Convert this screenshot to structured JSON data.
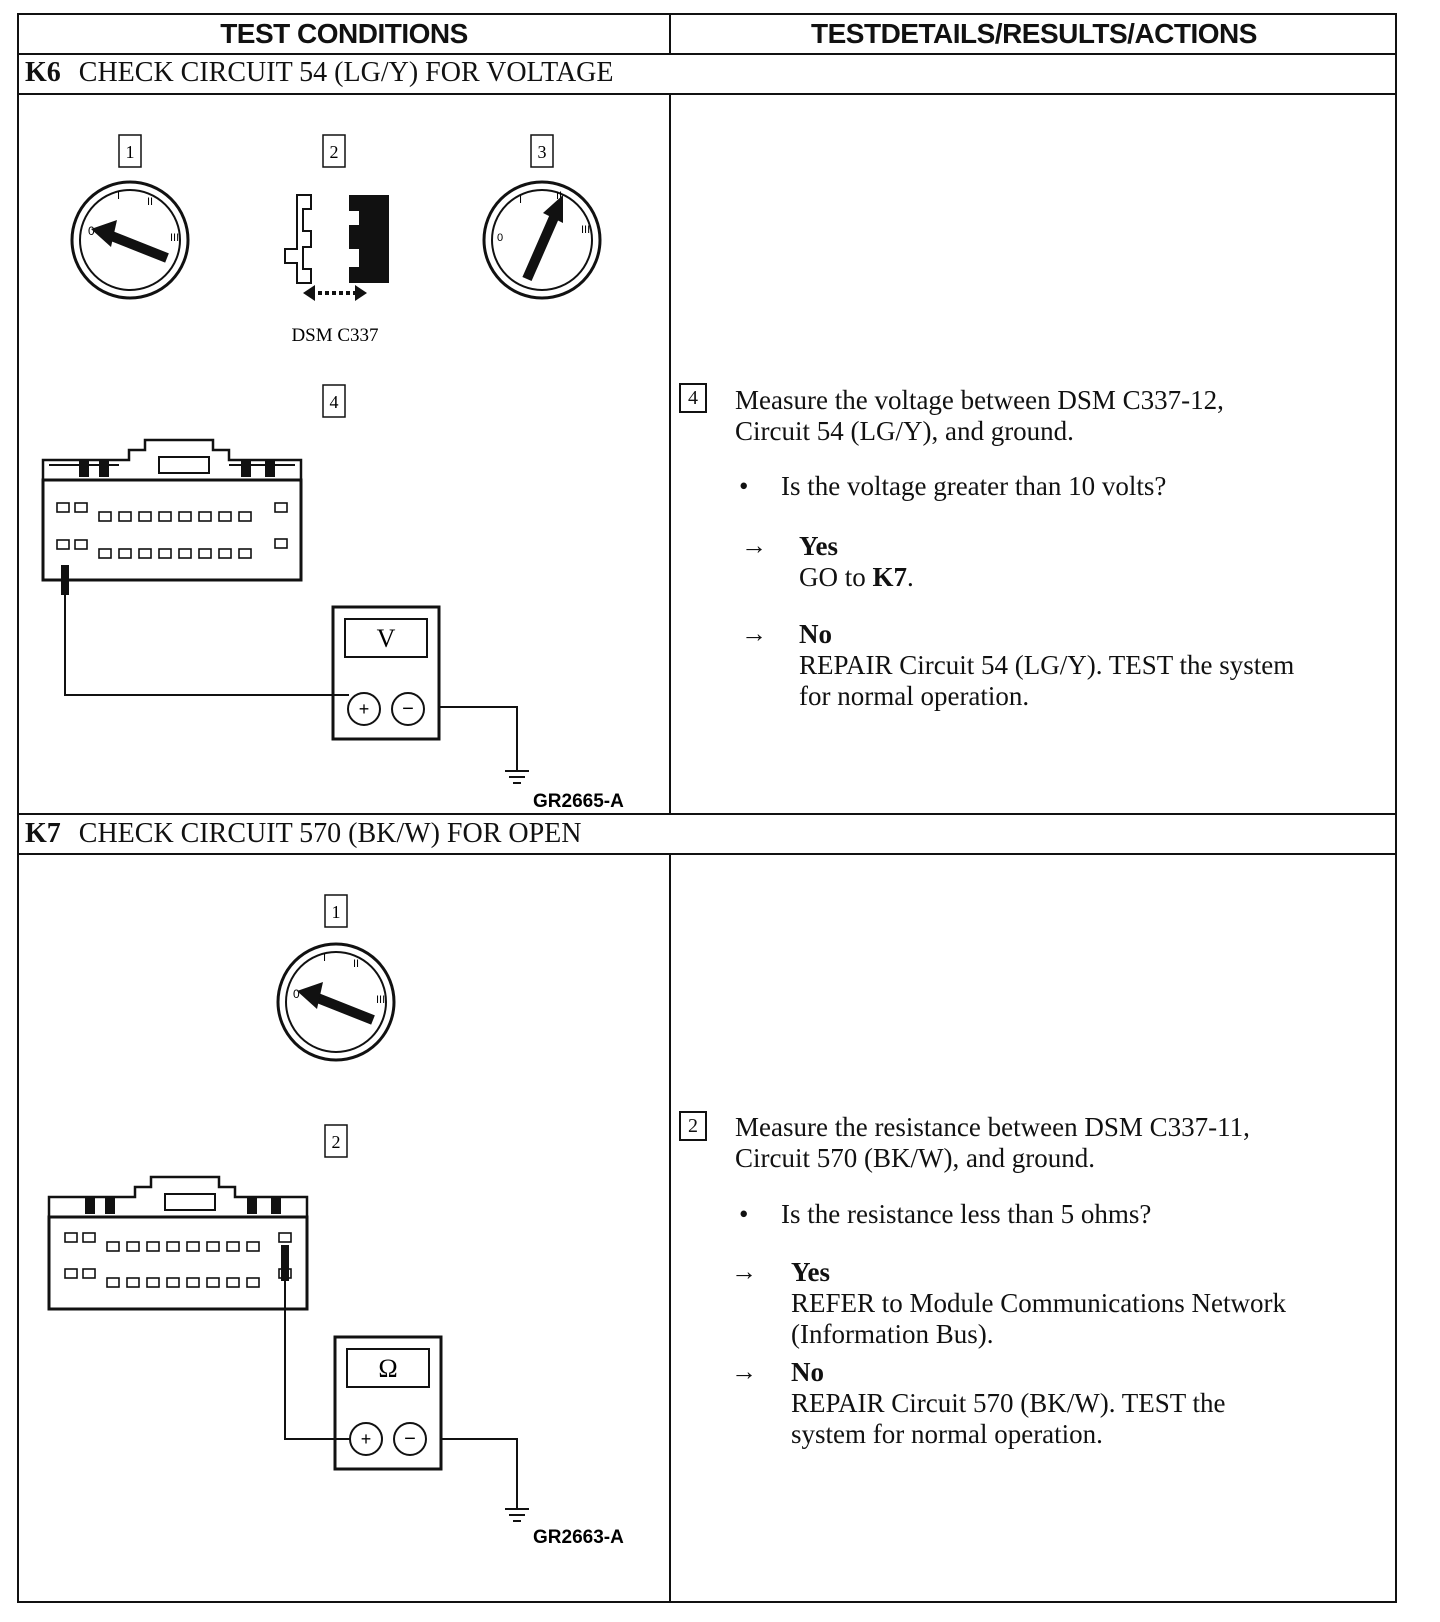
{
  "header": {
    "left": "TEST CONDITIONS",
    "right": "TESTDETAILS/RESULTS/ACTIONS"
  },
  "k6": {
    "id": "K6",
    "title": "CHECK CIRCUIT 54 (LG/Y) FOR VOLTAGE",
    "steps": [
      "1",
      "2",
      "3",
      "4"
    ],
    "connector_label": "DSM C337",
    "meter_symbol": "V",
    "figure_code": "GR2665-A",
    "step_num": "4",
    "instruction_line1": "Measure the voltage between DSM C337-12,",
    "instruction_line2": "Circuit 54 (LG/Y), and ground.",
    "question": "Is the voltage greater than 10 volts?",
    "yes_label": "Yes",
    "yes_action_prefix": "GO to",
    "yes_action_target": "K7",
    "yes_action_suffix": ".",
    "no_label": "No",
    "no_action_line1": "REPAIR Circuit 54 (LG/Y). TEST the system",
    "no_action_line2": "for normal operation."
  },
  "k7": {
    "id": "K7",
    "title": "CHECK CIRCUIT 570 (BK/W) FOR OPEN",
    "steps": [
      "1",
      "2"
    ],
    "meter_symbol": "Ω",
    "figure_code": "GR2663-A",
    "step_num": "2",
    "instruction_line1": "Measure the resistance between DSM C337-11,",
    "instruction_line2": "Circuit 570 (BK/W), and ground.",
    "question": "Is the resistance less than 5 ohms?",
    "yes_label": "Yes",
    "yes_action_line1": "REFER to Module Communications Network",
    "yes_action_line2": "(Information Bus).",
    "no_label": "No",
    "no_action_line1": "REPAIR Circuit 570 (BK/W). TEST the",
    "no_action_line2": "system for normal operation."
  },
  "symbols": {
    "plus": "+",
    "minus": "−",
    "arrow": "→",
    "bullet": "•",
    "switch_off": "0",
    "switch_i": "I",
    "switch_ii": "II",
    "switch_iii": "III"
  }
}
